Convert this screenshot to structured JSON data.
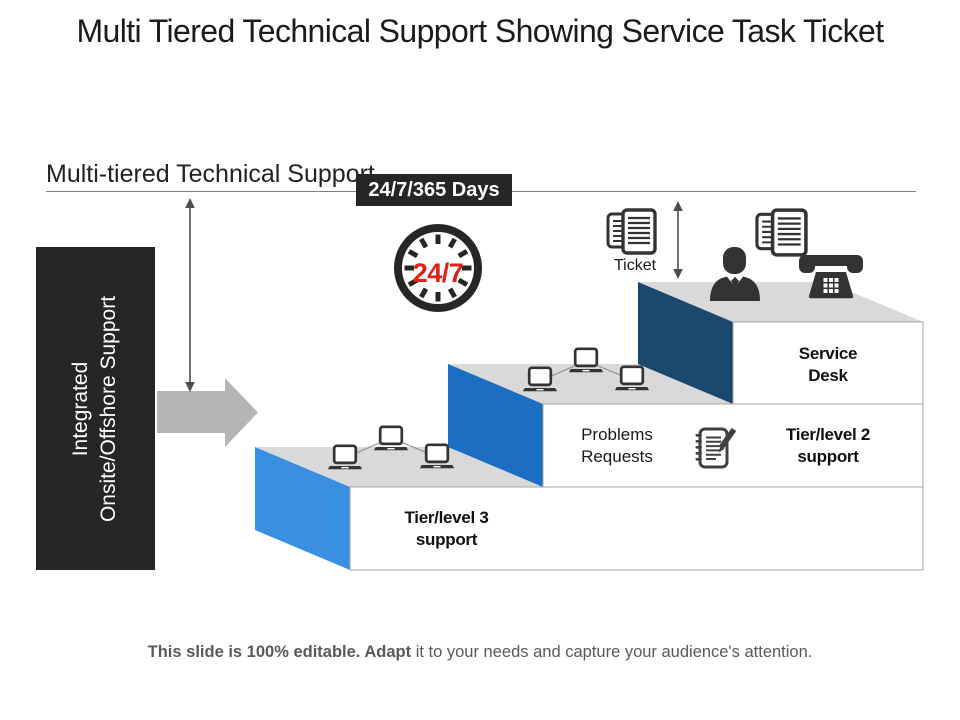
{
  "slide": {
    "title": "Multi Tiered Technical Support Showing Service Task Ticket",
    "section_heading": "Multi-tiered Technical Support",
    "badge_label": "24/7/365 Days",
    "clock_text": "24/7",
    "ticket_label": "Ticket",
    "footer": {
      "bold": "This slide is 100% editable. Adapt",
      "regular": " it to your needs and capture your audience's attention."
    }
  },
  "sidebar": {
    "line1": "Integrated",
    "line2": "Onsite/Offshore Support"
  },
  "steps": [
    {
      "name": "Service Desk",
      "label_line1": "Service",
      "label_line2": "Desk"
    },
    {
      "name": "Tier/level 2 support",
      "label_line1": "Tier/level 2",
      "label_line2": "support",
      "note_line1": "Problems",
      "note_line2": "Requests"
    },
    {
      "name": "Tier/level 3 support",
      "label_line1": "Tier/level 3",
      "label_line2": "support"
    }
  ],
  "icons": {
    "clock": "clock-icon",
    "ticket_documents": "ticket-docs-icon",
    "support_agent": "person-icon",
    "telephone": "phone-icon",
    "laptop_network": "laptop-icon",
    "task_notepad": "notepad-pencil-icon",
    "flow_arrow": "right-arrow-icon",
    "span_arrow": "double-vertical-arrow-icon"
  },
  "colors": {
    "dark": "#262626",
    "red": "#e02014",
    "riser_top": "#1a486f",
    "riser_mid": "#1b6ec2",
    "riser_bottom": "#3a8fe0",
    "surface": "#d9d9d9",
    "band_border": "#a3a3a3",
    "flow_arrow_gray": "#b5b5b5",
    "icon_ink": "#333333",
    "footer_text": "#595959"
  }
}
